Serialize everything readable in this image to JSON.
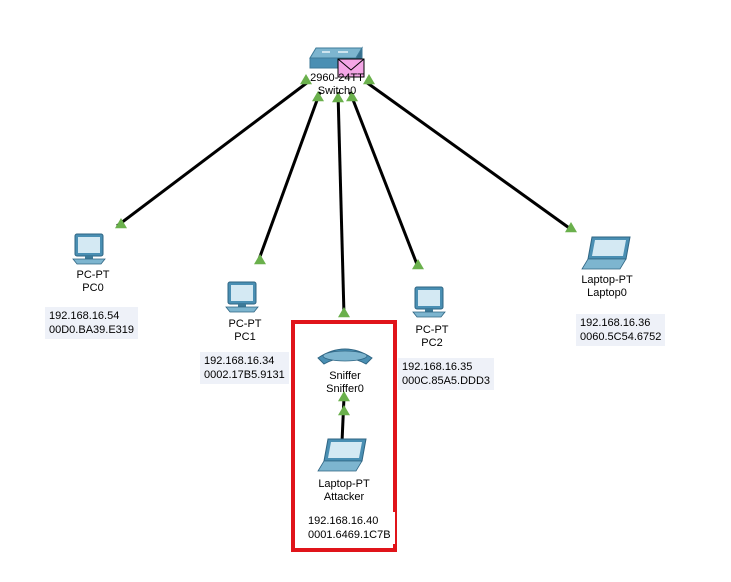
{
  "devices": {
    "switch0": {
      "model": "2960-24TT",
      "name": "Switch0"
    },
    "pc0": {
      "type": "PC-PT",
      "name": "PC0",
      "ip": "192.168.16.54",
      "mac": "00D0.BA39.E319"
    },
    "pc1": {
      "type": "PC-PT",
      "name": "PC1",
      "ip": "192.168.16.34",
      "mac": "0002.17B5.9131"
    },
    "pc2": {
      "type": "PC-PT",
      "name": "PC2",
      "ip": "192.168.16.35",
      "mac": "000C.85A5.DDD3"
    },
    "laptop0": {
      "type": "Laptop-PT",
      "name": "Laptop0",
      "ip": "192.168.16.36",
      "mac": "0060.5C54.6752"
    },
    "sniffer0": {
      "type": "Sniffer",
      "name": "Sniffer0"
    },
    "attacker": {
      "type": "Laptop-PT",
      "name": "Attacker",
      "ip": "192.168.16.40",
      "mac": "0001.6469.1C7B"
    }
  },
  "links": [
    {
      "from": "switch0",
      "to": "pc0"
    },
    {
      "from": "switch0",
      "to": "pc1"
    },
    {
      "from": "switch0",
      "to": "sniffer0"
    },
    {
      "from": "switch0",
      "to": "pc2"
    },
    {
      "from": "switch0",
      "to": "laptop0"
    },
    {
      "from": "sniffer0",
      "to": "attacker"
    }
  ],
  "colors": {
    "link": "#000000",
    "link_up_triangle": "#6ab04c",
    "highlight_box": "#e0141a",
    "device_blue": "#4a8fb3",
    "envelope": "#f4a6e6"
  }
}
